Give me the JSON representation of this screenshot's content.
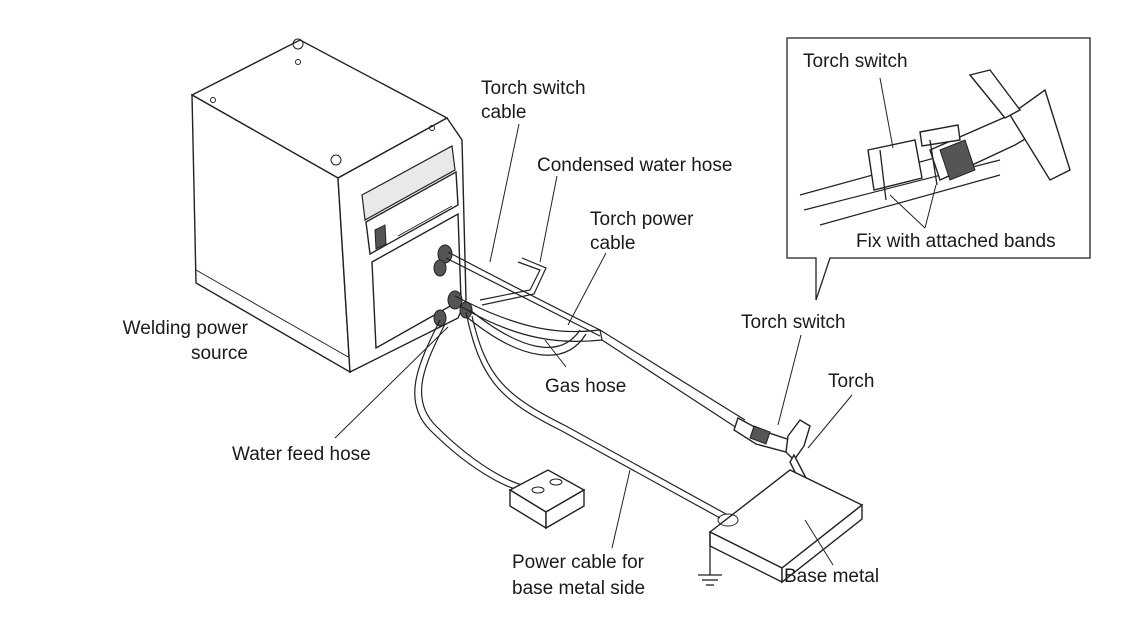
{
  "labels": {
    "torch_switch_cable_1": "Torch switch",
    "torch_switch_cable_2": "cable",
    "condensed_water_hose": "Condensed water hose",
    "torch_power_cable_1": "Torch power",
    "torch_power_cable_2": "cable",
    "welding_power_source_1": "Welding power",
    "welding_power_source_2": "source",
    "gas_hose": "Gas hose",
    "water_feed_hose": "Water feed hose",
    "power_cable_base_1": "Power cable for",
    "power_cable_base_2": "base metal side",
    "base_metal": "Base metal",
    "torch": "Torch",
    "torch_switch": "Torch switch",
    "inset_torch_switch": "Torch switch",
    "inset_fix_bands": "Fix with attached bands"
  }
}
